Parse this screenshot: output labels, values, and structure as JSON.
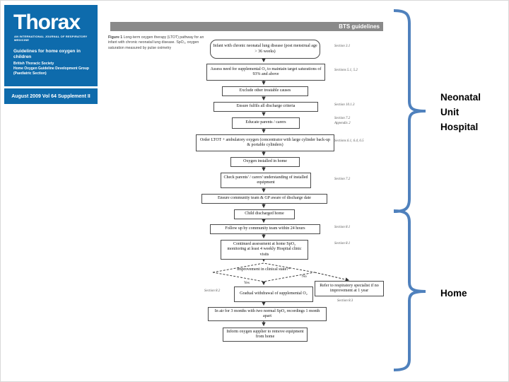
{
  "cover": {
    "title": "Thorax",
    "subtitle": "AN INTERNATIONAL JOURNAL OF RESPIRATORY MEDICINE",
    "headline": "Guidelines for home oxygen in children",
    "org_line1": "British Thoracic Society",
    "org_line2": "Home Oxygen Guideline Development Group",
    "org_line3": "(Paediatric Section)",
    "footer": "August 2009   Vol 64   Supplement II",
    "bg_color": "#0e6bac"
  },
  "page": {
    "header": "BTS guidelines",
    "caption_label": "Figure 1",
    "caption_text": " Long-term oxygen therapy (LTOT) pathway for an infant with chronic neonatal lung disease. SpO₂, oxygen saturation measured by pulse oximetry"
  },
  "flow": {
    "nodes": [
      {
        "text": "Infant with chronic neonatal lung disease (post menstrual age > 36 weeks)",
        "note": "Section 3.1"
      },
      {
        "text": "Assess need for supplemental O₂ to maintain target saturations of 93% and above",
        "note": "Sections 5.1, 5.2"
      },
      {
        "text": "Exclude other treatable causes",
        "note": ""
      },
      {
        "text": "Ensure fulfils all discharge criteria",
        "note": "Section 10.1.3"
      },
      {
        "text": "Educate parents / carers",
        "note": "Section 7.2\nAppendix 2"
      },
      {
        "text": "Order LTOT + ambulatory oxygen (concentrator with large cylinder back-up & portable cylinders)",
        "note": "Sections 6.1, 6.4, 6.5"
      },
      {
        "text": "Oxygen installed in home",
        "note": ""
      },
      {
        "text": "Check parents' / carers' understanding of installed equipment",
        "note": "Section 7.2"
      },
      {
        "text": "Ensure community team & GP aware of discharge date",
        "note": ""
      },
      {
        "text": "Child discharged home",
        "note": ""
      },
      {
        "text": "Follow up by community team within 24 hours",
        "note": "Section 8.1"
      },
      {
        "text": "Continued assessment at home SpO₂ monitoring at least 4 weekly Hospital clinic visits",
        "note": "Section 8.1"
      },
      {
        "text": "Gradual withdrawal of supplemental O₂",
        "note": "Section 8.2"
      },
      {
        "text": "Refer to respiratory specialist if no improvement at 1 year",
        "note": "Section 8.3"
      },
      {
        "text": "In air for 3 months with two normal SpO₂ recordings 1 month apart",
        "note": ""
      },
      {
        "text": "Inform oxygen supplier to remove equipment from home",
        "note": ""
      }
    ],
    "decision_text": "Improvement in clinical state?*",
    "yes_label": "Yes",
    "no_label": "No"
  },
  "annotations": {
    "bracket_color": "#4f81bd",
    "label1_line1": "Neonatal",
    "label1_line2": "Unit",
    "label1_line3": "Hospital",
    "label2": "Home"
  }
}
